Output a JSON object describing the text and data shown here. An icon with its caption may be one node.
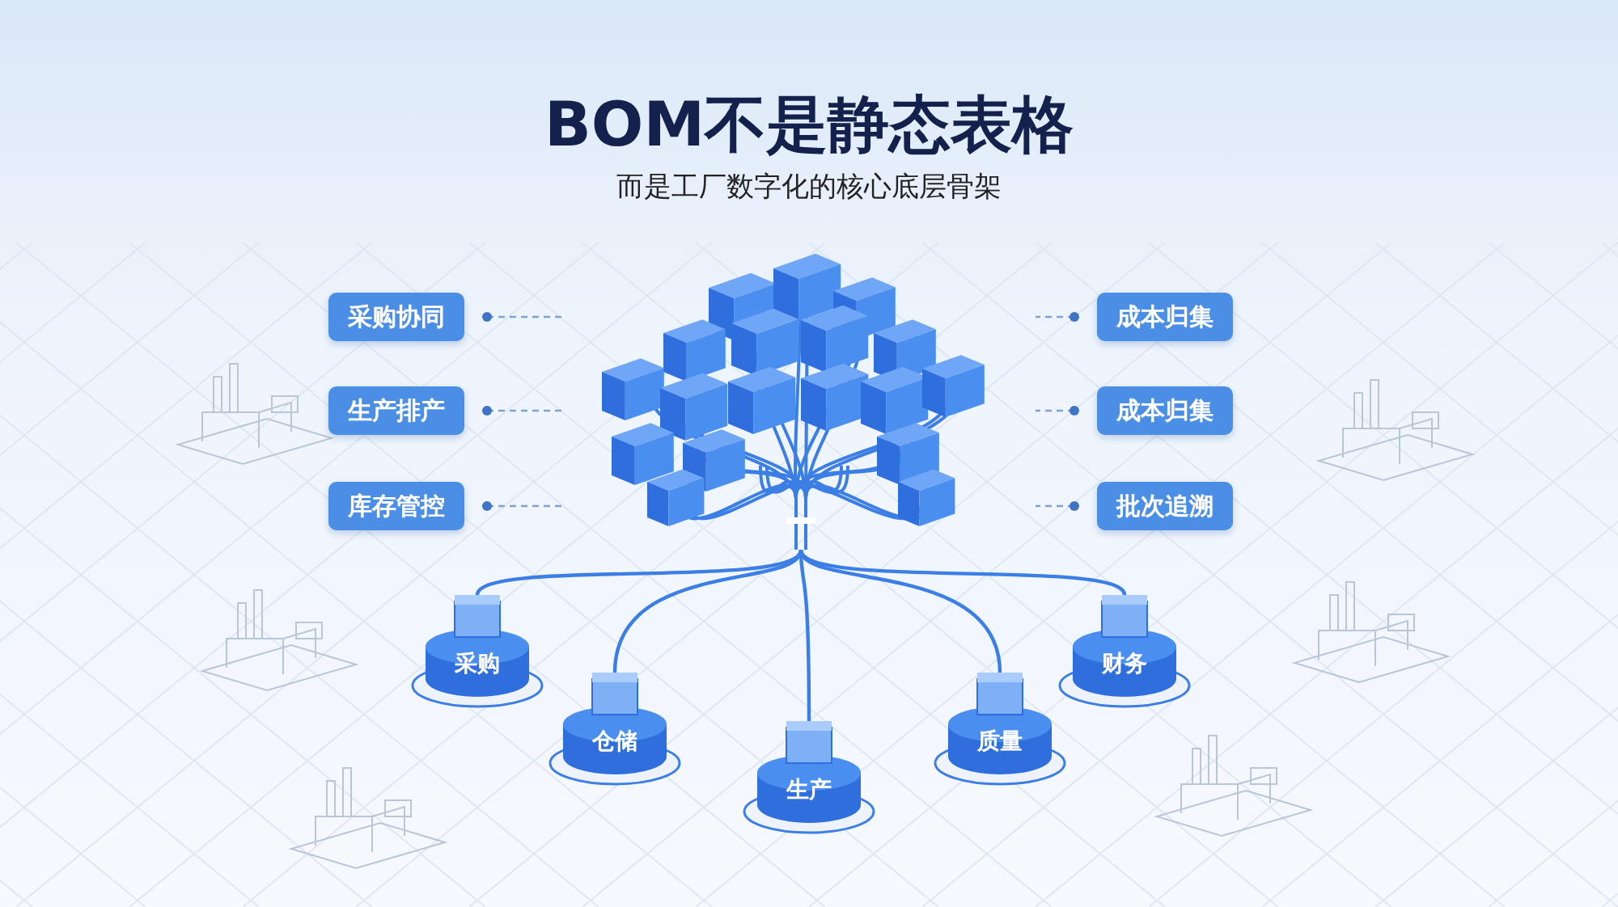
{
  "diagram": {
    "title": "BOM不是静态表格",
    "caption": "而是工厂数字化的核心底层骨架",
    "nodes": [
      {
        "text": [],
        "shape": "picture"
      },
      {
        "text": [
          "采购协同"
        ]
      },
      {
        "text": [
          "生产排产"
        ]
      },
      {
        "text": [
          "库存管控"
        ]
      },
      {
        "text": [
          "成本归集"
        ]
      },
      {
        "text": [
          "成本归集"
        ]
      },
      {
        "text": [
          "批次追溯"
        ]
      },
      {
        "text": [
          "采购"
        ]
      },
      {
        "text": [
          "仓储"
        ]
      },
      {
        "text": [
          "生产"
        ]
      },
      {
        "text": [
          "质量"
        ]
      },
      {
        "text": [
          "财务"
        ]
      }
    ],
    "edges": [
      {
        "from": 1,
        "to": 0,
        "arrow": "other",
        "style": "dashed"
      },
      {
        "from": 2,
        "to": 0,
        "arrow": "other",
        "style": "dashed"
      },
      {
        "from": 3,
        "to": 0,
        "arrow": "other",
        "style": "dashed"
      },
      {
        "from": 4,
        "to": 0,
        "arrow": "other",
        "style": "dashed"
      },
      {
        "from": 5,
        "to": 0,
        "arrow": "other",
        "style": "dashed"
      },
      {
        "from": 6,
        "to": 0,
        "arrow": "other",
        "style": "dashed"
      },
      {
        "from": 0,
        "to": 7,
        "arrow": "none"
      },
      {
        "from": 0,
        "to": 8,
        "arrow": "none"
      },
      {
        "from": 0,
        "to": 9,
        "arrow": "none"
      },
      {
        "from": 0,
        "to": 10,
        "arrow": "none"
      },
      {
        "from": 0,
        "to": 11,
        "arrow": "none"
      }
    ]
  }
}
